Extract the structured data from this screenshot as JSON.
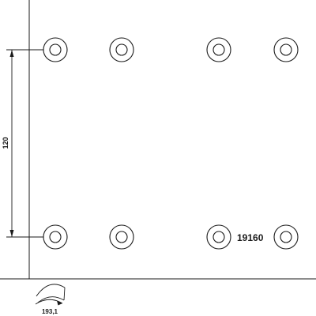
{
  "drawing": {
    "part_number": "19160",
    "height_dimension": "120",
    "curvature_dimension": "193,1",
    "hole_count": 8,
    "line_color": "#1a1a1a",
    "background_color": "#ffffff"
  }
}
